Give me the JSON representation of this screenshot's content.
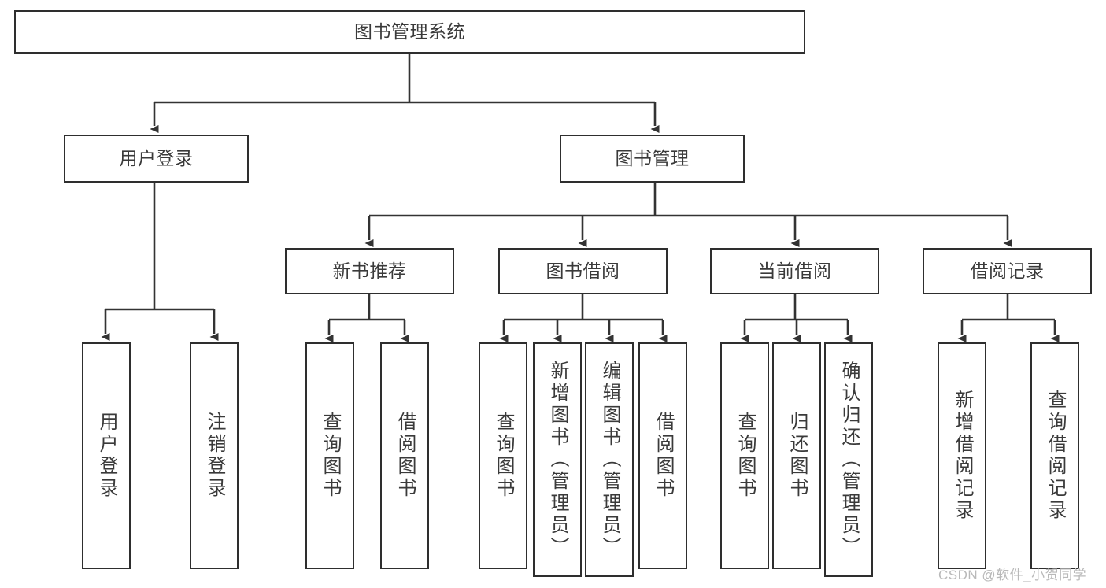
{
  "diagram": {
    "title": "图书管理系统",
    "watermark": "CSDN @软件_小贺同学",
    "colors": {
      "box_border": "#2e2e2e",
      "box_fill": "#ffffff",
      "text": "#3a3a3a",
      "connector": "#333333",
      "watermark": "#b9b9b9",
      "background": "#ffffff"
    },
    "root": {
      "label": "图书管理系统"
    },
    "level2": [
      {
        "label": "用户登录"
      },
      {
        "label": "图书管理"
      }
    ],
    "level3": [
      {
        "label": "新书推荐"
      },
      {
        "label": "图书借阅"
      },
      {
        "label": "当前借阅"
      },
      {
        "label": "借阅记录"
      }
    ],
    "leaves": {
      "user_login": [
        {
          "label": "用户登录"
        },
        {
          "label": "注销登录"
        }
      ],
      "new_book_recommend": [
        {
          "label": "查询图书"
        },
        {
          "label": "借阅图书"
        }
      ],
      "book_borrow": [
        {
          "label": "查询图书"
        },
        {
          "label": "新增图书（管理员）"
        },
        {
          "label": "编辑图书（管理员）"
        },
        {
          "label": "借阅图书"
        }
      ],
      "current_borrow": [
        {
          "label": "查询图书"
        },
        {
          "label": "归还图书"
        },
        {
          "label": "确认归还（管理员）"
        }
      ],
      "borrow_record": [
        {
          "label": "新增借阅记录"
        },
        {
          "label": "查询借阅记录"
        }
      ]
    }
  }
}
